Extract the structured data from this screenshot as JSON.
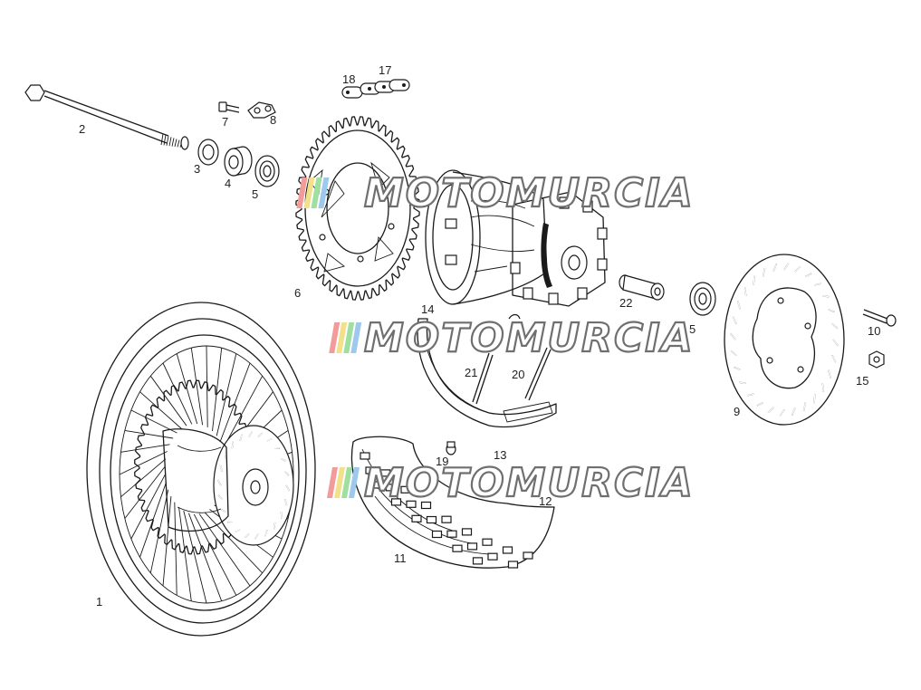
{
  "diagram": {
    "callouts": [
      {
        "id": "1",
        "label": "1"
      },
      {
        "id": "2",
        "label": "2"
      },
      {
        "id": "3",
        "label": "3"
      },
      {
        "id": "4",
        "label": "4"
      },
      {
        "id": "5a",
        "label": "5"
      },
      {
        "id": "5b",
        "label": "5"
      },
      {
        "id": "6",
        "label": "6"
      },
      {
        "id": "7",
        "label": "7"
      },
      {
        "id": "8",
        "label": "8"
      },
      {
        "id": "9",
        "label": "9"
      },
      {
        "id": "10",
        "label": "10"
      },
      {
        "id": "11",
        "label": "11"
      },
      {
        "id": "12",
        "label": "12"
      },
      {
        "id": "13",
        "label": "13"
      },
      {
        "id": "14",
        "label": "14"
      },
      {
        "id": "15",
        "label": "15"
      },
      {
        "id": "17",
        "label": "17"
      },
      {
        "id": "18",
        "label": "18"
      },
      {
        "id": "19",
        "label": "19"
      },
      {
        "id": "20",
        "label": "20"
      },
      {
        "id": "21",
        "label": "21"
      },
      {
        "id": "22",
        "label": "22"
      }
    ]
  },
  "watermark": {
    "text": "MOTOMURCIA",
    "colors": [
      "#f39a9a",
      "#f3e08a",
      "#9fe0a0",
      "#9ec9ef"
    ],
    "outline": "#6f6f6f"
  },
  "colors": {
    "line": "#1a1a1a",
    "background": "#ffffff"
  }
}
